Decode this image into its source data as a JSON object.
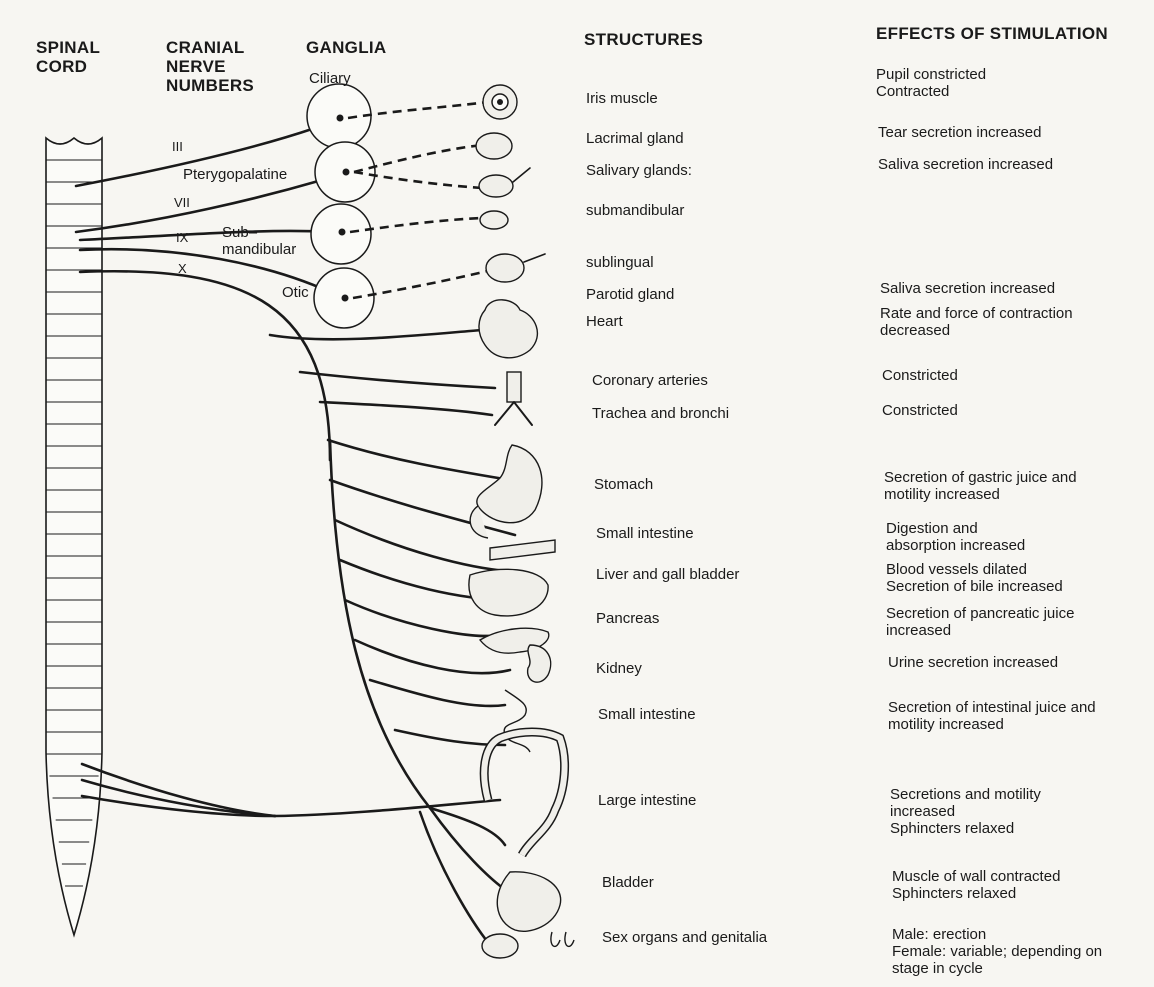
{
  "headers": {
    "spinal_cord": "SPINAL\nCORD",
    "cranial_nerve_numbers": "CRANIAL\nNERVE\nNUMBERS",
    "ganglia": "GANGLIA",
    "structures": "STRUCTURES",
    "effects": "EFFECTS OF STIMULATION"
  },
  "nerves": {
    "iii": "III",
    "vii": "VII",
    "ix": "IX",
    "x": "X"
  },
  "ganglia": {
    "ciliary": "Ciliary",
    "pterygopalatine": "Pterygopalatine",
    "submandibular": "Sub–\nmandibular",
    "otic": "Otic"
  },
  "structures": [
    "Iris muscle",
    "Lacrimal gland",
    "Salivary glands:",
    "submandibular",
    "sublingual",
    "Parotid gland",
    "Heart",
    "Coronary arteries",
    "Trachea and bronchi",
    "Stomach",
    "Small intestine",
    "Liver and gall bladder",
    "Pancreas",
    "Kidney",
    "Small intestine",
    "Large intestine",
    "Bladder",
    "Sex organs and genitalia"
  ],
  "effects": [
    "Pupil constricted\nContracted",
    "Tear secretion increased",
    "Saliva secretion increased",
    "Saliva secretion increased",
    "Rate and force of contraction\ndecreased",
    "Constricted",
    "Constricted",
    "Secretion of gastric juice and\nmotility increased",
    "Digestion and\nabsorption increased",
    "Blood vessels dilated\nSecretion of bile increased",
    "Secretion of pancreatic juice\nincreased",
    "Urine secretion increased",
    "Secretion of intestinal juice and\nmotility increased",
    "Secretions and motility\nincreased\nSphincters relaxed",
    "Muscle of wall contracted\nSphincters relaxed",
    "Male: erection\nFemale: variable; depending on\n      stage in cycle"
  ]
}
